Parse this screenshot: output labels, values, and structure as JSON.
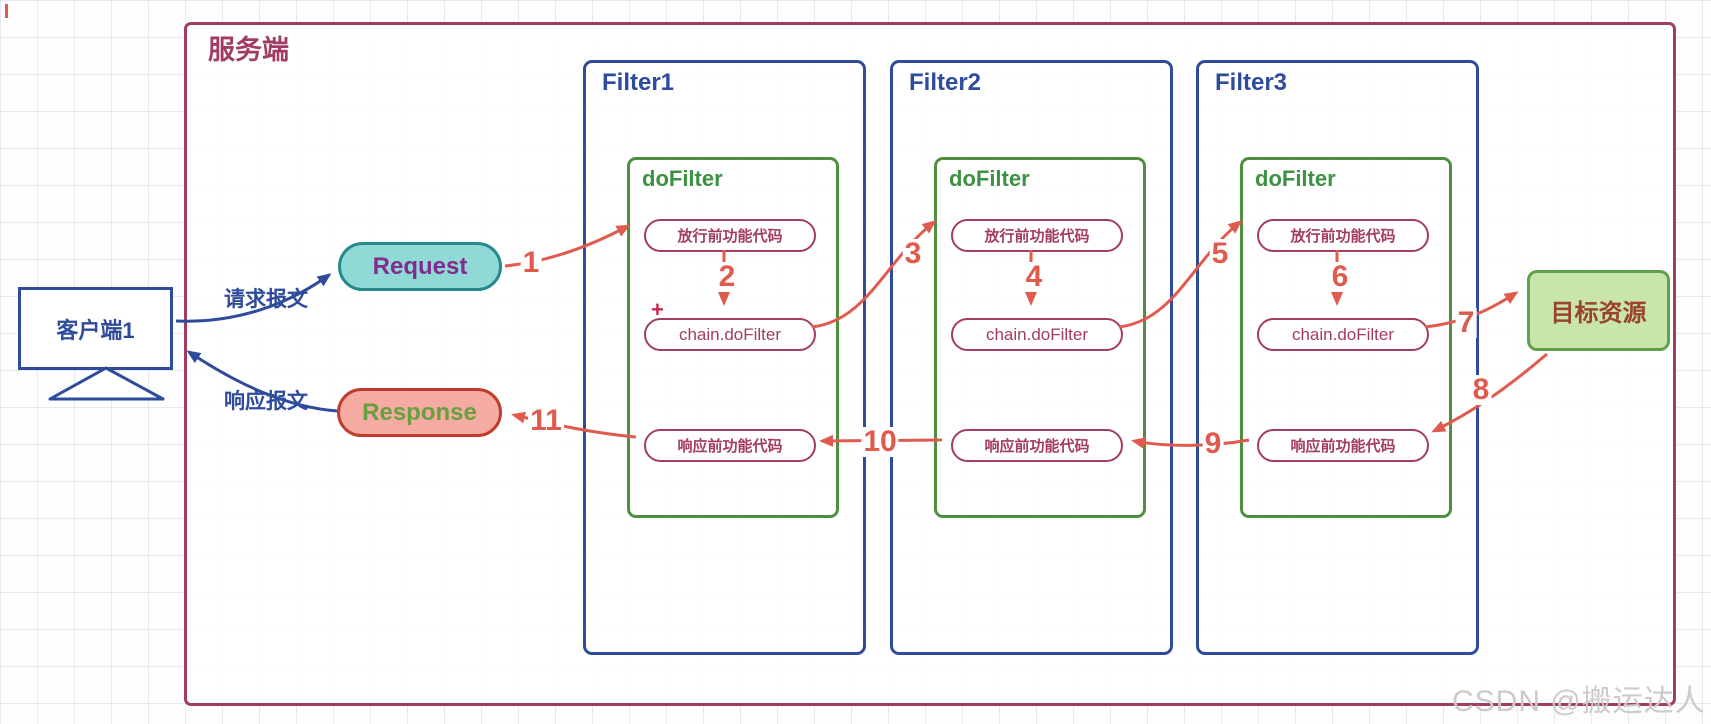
{
  "server": {
    "label": "服务端"
  },
  "client": {
    "label": "客户端1"
  },
  "messages": {
    "request": "请求报文",
    "response": "响应报文"
  },
  "pills": {
    "request": "Request",
    "response": "Response"
  },
  "target": {
    "label": "目标资源"
  },
  "filters": [
    {
      "name": "Filter1",
      "method": "doFilter",
      "pre": "放行前功能代码",
      "chain": "chain.doFilter",
      "post": "响应前功能代码"
    },
    {
      "name": "Filter2",
      "method": "doFilter",
      "pre": "放行前功能代码",
      "chain": "chain.doFilter",
      "post": "响应前功能代码"
    },
    {
      "name": "Filter3",
      "method": "doFilter",
      "pre": "放行前功能代码",
      "chain": "chain.doFilter",
      "post": "响应前功能代码"
    }
  ],
  "steps": {
    "s1": "1",
    "s2": "2",
    "s3": "3",
    "s4": "4",
    "s5": "5",
    "s6": "6",
    "s7": "7",
    "s8": "8",
    "s9": "9",
    "s10": "10",
    "s11": "11"
  },
  "cursor": "+",
  "watermark": "CSDN @搬运达人",
  "colors": {
    "server_border": "#a13d63",
    "filter_border": "#2e4b9c",
    "dofilter_border": "#4f8f3f",
    "pill_border": "#a33d5e",
    "arrow_red": "#e05a4d",
    "arrow_blue": "#2e4b9c",
    "request_bg": "#8fd9d6",
    "request_border": "#27898b",
    "request_text": "#822c8d",
    "response_bg": "#f6aba2",
    "response_border": "#be3c2c",
    "response_text": "#67a13f",
    "target_bg": "#c9e6aa",
    "target_border": "#62a14b",
    "target_text": "#9a432c",
    "watermark_text": "#cbcbcb"
  }
}
